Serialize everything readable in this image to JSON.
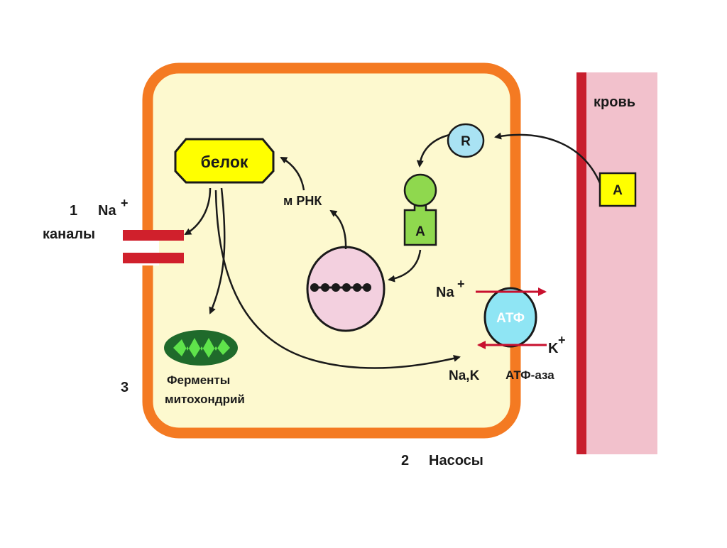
{
  "labels": {
    "blood": "кровь",
    "receptor": "R",
    "hormone_blood": "A",
    "hormone_cell": "A",
    "protein": "белок",
    "mrna": "м РНК",
    "channels_number": "1",
    "channels_ion": "Na",
    "channels_ion_sup": "+",
    "channels_label": "каналы",
    "pump_na": "Na",
    "pump_na_sup": "+",
    "pump_atp": "АТФ",
    "pump_k": "K",
    "pump_k_sup": "+",
    "pump_nak": "Na,K",
    "pump_atpase": "АТФ-аза",
    "mito_number": "3",
    "mito_line1": "Ферменты",
    "mito_line2": "митохондрий",
    "pumps_number": "2",
    "pumps_label": "Насосы"
  },
  "colors": {
    "cell_membrane": "#f47a22",
    "cytoplasm": "#fdf9cf",
    "blood_vessel": "#f2c1cc",
    "vessel_wall": "#c81e2d",
    "receptor": "#a9e2f3",
    "hormone": "#ffff00",
    "hormone_cell": "#8fd84e",
    "nucleus": "#f3d0df",
    "atp": "#8fe5f4",
    "mito_outer": "#1f6a2b",
    "mito_inner": "#5fe34b",
    "arrow": "#1a1a1a",
    "red_arrow": "#c8102e",
    "channel": "#d0202c"
  }
}
